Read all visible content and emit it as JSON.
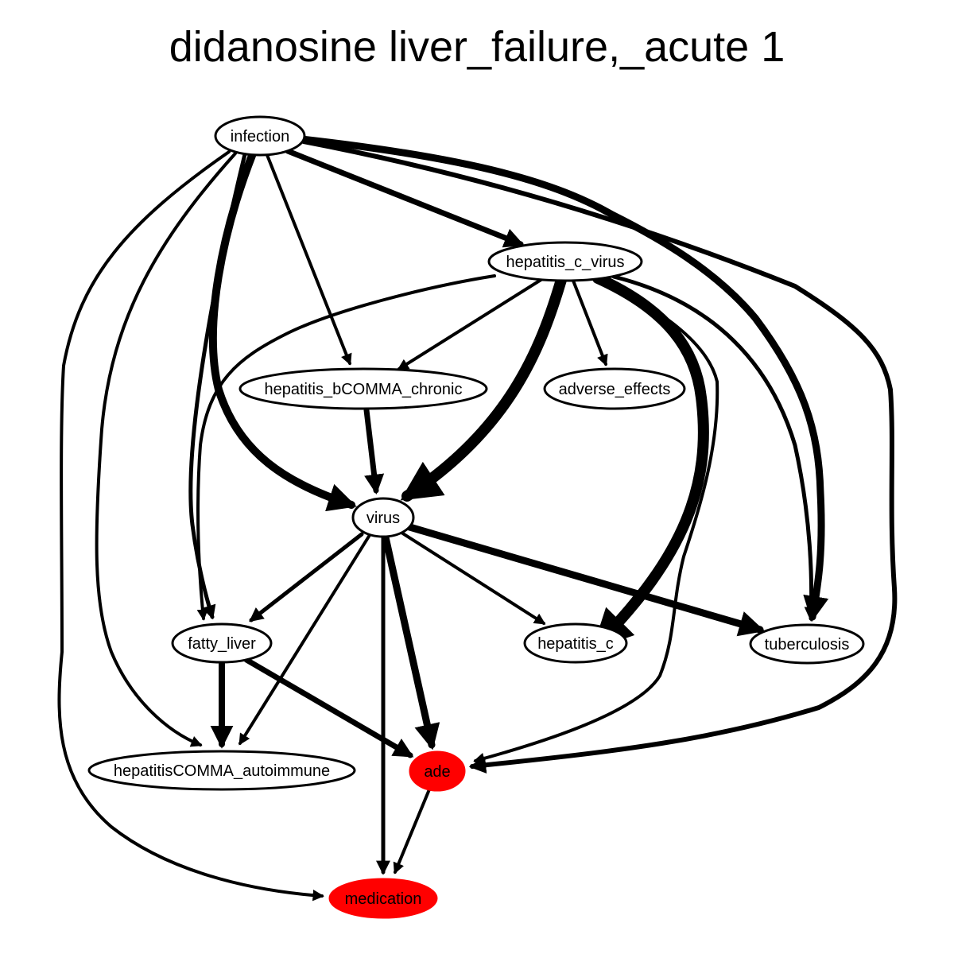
{
  "title": "didanosine liver_failure,_acute 1",
  "colors": {
    "background": "#ffffff",
    "edge": "#000000",
    "node_fill": "#ffffff",
    "highlight": "#ff0000"
  },
  "nodes": [
    {
      "id": "infection",
      "label": "infection",
      "highlight": false
    },
    {
      "id": "hepatitis_c_virus",
      "label": "hepatitis_c_virus",
      "highlight": false
    },
    {
      "id": "hepatitis_b_chronic",
      "label": "hepatitis_bCOMMA_chronic",
      "highlight": false
    },
    {
      "id": "adverse_effects",
      "label": "adverse_effects",
      "highlight": false
    },
    {
      "id": "virus",
      "label": "virus",
      "highlight": false
    },
    {
      "id": "fatty_liver",
      "label": "fatty_liver",
      "highlight": false
    },
    {
      "id": "hepatitis_c",
      "label": "hepatitis_c",
      "highlight": false
    },
    {
      "id": "tuberculosis",
      "label": "tuberculosis",
      "highlight": false
    },
    {
      "id": "hepatitis_autoimmune",
      "label": "hepatitisCOMMA_autoimmune",
      "highlight": false
    },
    {
      "id": "ade",
      "label": "ade",
      "highlight": true
    },
    {
      "id": "medication",
      "label": "medication",
      "highlight": true
    }
  ],
  "edges": [
    {
      "from": "infection",
      "to": "hepatitis_c_virus"
    },
    {
      "from": "infection",
      "to": "hepatitis_b_chronic"
    },
    {
      "from": "infection",
      "to": "virus"
    },
    {
      "from": "infection",
      "to": "fatty_liver"
    },
    {
      "from": "infection",
      "to": "hepatitis_autoimmune"
    },
    {
      "from": "infection",
      "to": "medication"
    },
    {
      "from": "infection",
      "to": "tuberculosis"
    },
    {
      "from": "infection",
      "to": "ade"
    },
    {
      "from": "hepatitis_c_virus",
      "to": "hepatitis_b_chronic"
    },
    {
      "from": "hepatitis_c_virus",
      "to": "adverse_effects"
    },
    {
      "from": "hepatitis_c_virus",
      "to": "virus"
    },
    {
      "from": "hepatitis_c_virus",
      "to": "hepatitis_c"
    },
    {
      "from": "hepatitis_c_virus",
      "to": "tuberculosis"
    },
    {
      "from": "hepatitis_c_virus",
      "to": "fatty_liver"
    },
    {
      "from": "hepatitis_c_virus",
      "to": "ade"
    },
    {
      "from": "hepatitis_b_chronic",
      "to": "virus"
    },
    {
      "from": "virus",
      "to": "fatty_liver"
    },
    {
      "from": "virus",
      "to": "hepatitis_autoimmune"
    },
    {
      "from": "virus",
      "to": "medication"
    },
    {
      "from": "virus",
      "to": "ade"
    },
    {
      "from": "virus",
      "to": "hepatitis_c"
    },
    {
      "from": "virus",
      "to": "tuberculosis"
    },
    {
      "from": "fatty_liver",
      "to": "hepatitis_autoimmune"
    },
    {
      "from": "fatty_liver",
      "to": "ade"
    },
    {
      "from": "ade",
      "to": "medication"
    }
  ]
}
